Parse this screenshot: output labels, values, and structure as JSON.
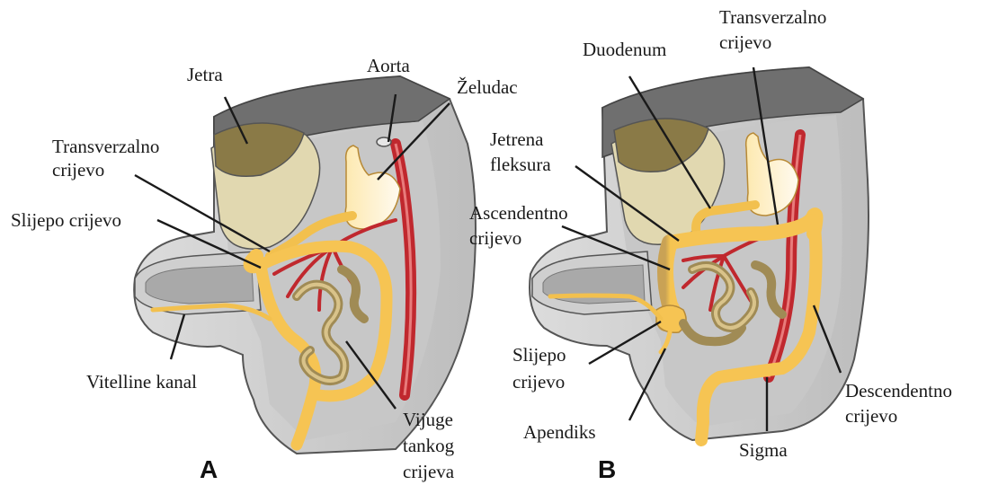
{
  "panels": {
    "a": {
      "letter": "A",
      "labels": {
        "jetra": "Jetra",
        "aorta": "Aorta",
        "zeludac": "Želudac",
        "transverzalno": [
          "Transverzalno",
          "crijevo"
        ],
        "slijepo": "Slijepo crijevo",
        "vitelline": "Vitelline kanal",
        "vijuge": [
          "Vijuge",
          "tankog",
          "crijeva"
        ]
      }
    },
    "b": {
      "letter": "B",
      "labels": {
        "duodenum": "Duodenum",
        "transverzalno": [
          "Transverzalno",
          "crijevo"
        ],
        "jetrena": [
          "Jetrena",
          "fleksura"
        ],
        "ascendentno": [
          "Ascendentno",
          "crijevo"
        ],
        "slijepo": [
          "Slijepo",
          "crijevo"
        ],
        "apendiks": "Apendiks",
        "sigma": "Sigma",
        "descendentno": [
          "Descendentno",
          "crijevo"
        ]
      }
    }
  },
  "colors": {
    "body_outer": "#d3d3d3",
    "body_inner": "#bfbfbf",
    "body_top": "#6f6f6f",
    "body_edge": "#4a4a4a",
    "liver": "#8a7a47",
    "liver_light": "#e4dcb8",
    "gut_light": "#fde9a8",
    "gut_mid": "#f6c453",
    "gut_dark": "#b48a3c",
    "small_bowel": "#9e8a5c",
    "artery": "#c0282e",
    "artery_light": "#e06a6a"
  }
}
